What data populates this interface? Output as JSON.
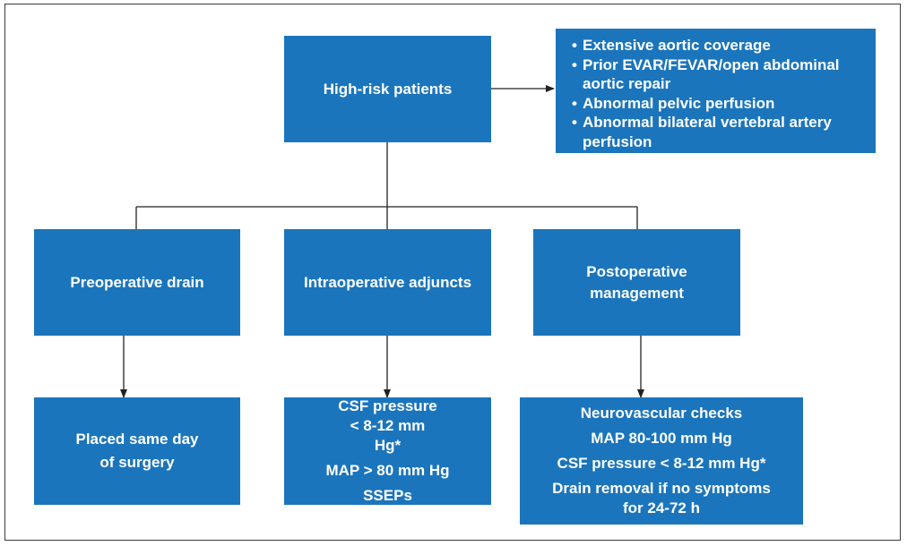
{
  "top": {
    "title": "High-risk patients",
    "criteria": [
      "Extensive aortic coverage",
      "Prior EVAR/FEVAR/open abdominal aortic repair",
      "Abnormal pelvic perfusion",
      "Abnormal bilateral vertebral artery perfusion"
    ],
    "bullet": "•"
  },
  "phases": [
    {
      "label": "Preoperative drain",
      "detail": [
        "Placed same day of surgery"
      ]
    },
    {
      "label": "Intraoperative adjuncts",
      "detail": [
        "CSF pressure < 8-12 mm Hg*",
        "MAP > 80 mm Hg",
        "SSEPs"
      ]
    },
    {
      "label": "Postoperative management",
      "detail": [
        "Neurovascular checks",
        "MAP 80-100 mm Hg",
        "CSF pressure < 8-12 mm Hg*",
        "Drain removal if no symptoms for 24-72 h"
      ]
    }
  ],
  "colors": {
    "box": "#1b75bc",
    "line": "#222222"
  }
}
